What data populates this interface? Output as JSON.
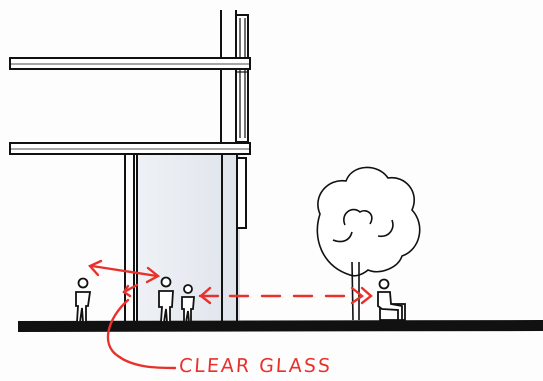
{
  "diagram": {
    "annotation_label": "CLEAR GLASS",
    "colors": {
      "ink": "#111111",
      "annotation": "#e8312b",
      "glass_tint": "#e9edf2"
    },
    "people": [
      {
        "kind": "standing-person"
      },
      {
        "kind": "standing-person"
      },
      {
        "kind": "standing-person"
      },
      {
        "kind": "seated-person"
      }
    ],
    "elements": [
      "building-facade",
      "floor-slabs",
      "glass-lobby",
      "tree",
      "bench",
      "ground-line",
      "sightline-arrows"
    ]
  }
}
